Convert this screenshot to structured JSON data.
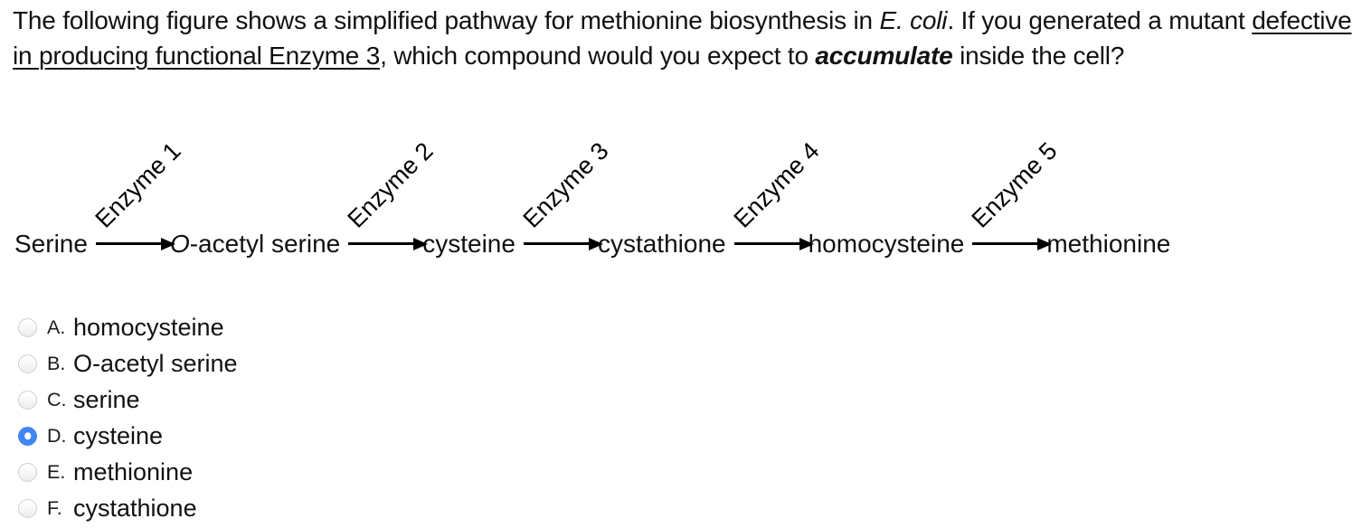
{
  "question": {
    "part1": "The following figure shows a simplified pathway for methionine biosynthesis in ",
    "species": "E. coli",
    "part2": ". If you generated a mutant ",
    "underlined": "defective in producing functional Enzyme 3",
    "part3": ", which compound would you expect to ",
    "emphasis": "accumulate",
    "part4": " inside the cell?"
  },
  "pathway": {
    "compounds": [
      {
        "italic": "",
        "text": "Serine"
      },
      {
        "italic": "O",
        "text": "-acetyl serine"
      },
      {
        "italic": "",
        "text": "cysteine"
      },
      {
        "italic": "",
        "text": "cystathione"
      },
      {
        "italic": "",
        "text": "homocysteine"
      },
      {
        "italic": "",
        "text": "methionine"
      }
    ],
    "enzymes": [
      "Enzyme 1",
      "Enzyme 2",
      "Enzyme 3",
      "Enzyme 4",
      "Enzyme 5"
    ]
  },
  "options": [
    {
      "letter": "A.",
      "label": "homocysteine",
      "selected": false
    },
    {
      "letter": "B.",
      "label": "O-acetyl serine",
      "selected": false
    },
    {
      "letter": "C.",
      "label": "serine",
      "selected": false
    },
    {
      "letter": "D.",
      "label": "cysteine",
      "selected": true
    },
    {
      "letter": "E.",
      "label": "methionine",
      "selected": false
    },
    {
      "letter": "F.",
      "label": "cystathione",
      "selected": false
    }
  ],
  "colors": {
    "radio_selected": "#4285f4",
    "radio_border": "#d0d0d0",
    "text": "#111111"
  }
}
